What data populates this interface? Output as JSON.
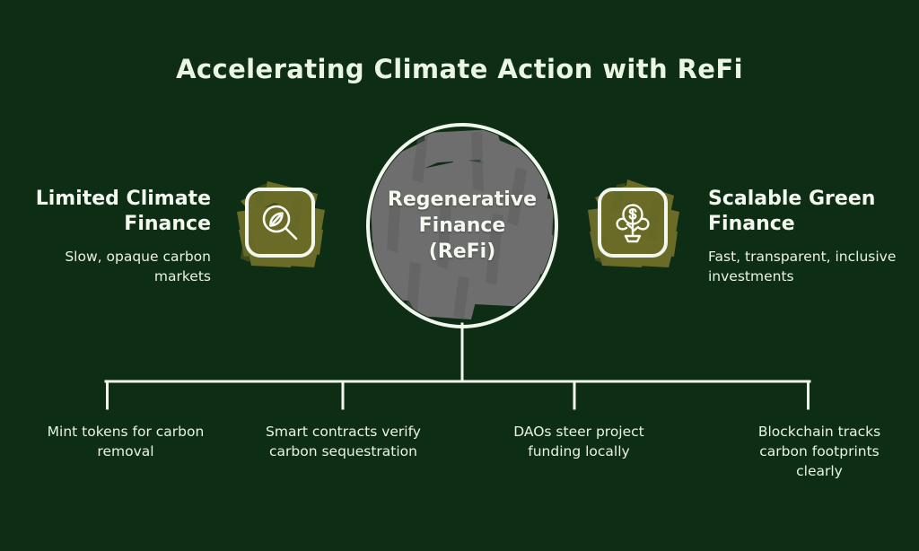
{
  "theme": {
    "background": "#0E2D15",
    "text_light": "#F2F8EE",
    "accent_olive": "#6B6B28",
    "center_gray": "#6E6E6E",
    "line": "#F2F7EE"
  },
  "title": "Accelerating Climate Action with ReFi",
  "center": {
    "line1": "Regenerative",
    "line2": "Finance",
    "line3": "(ReFi)"
  },
  "left": {
    "heading": "Limited Climate Finance",
    "body": "Slow, opaque carbon markets",
    "icon": "leaf-magnifier-icon"
  },
  "right": {
    "heading": "Scalable Green Finance",
    "body": "Fast, transparent, inclusive investments",
    "icon": "money-plant-icon"
  },
  "bottom_items": [
    {
      "text": "Mint tokens for carbon removal"
    },
    {
      "text": "Smart contracts verify carbon sequestration"
    },
    {
      "text": "DAOs steer project funding locally"
    },
    {
      "text": "Blockchain tracks carbon footprints clearly"
    }
  ]
}
